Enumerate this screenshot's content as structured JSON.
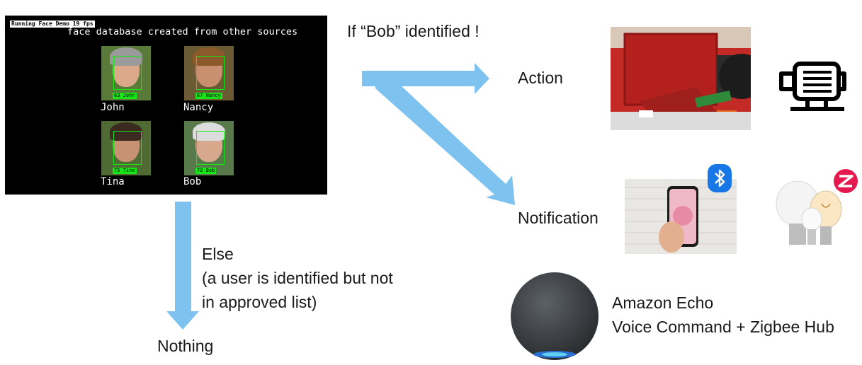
{
  "face_demo": {
    "banner": "Running Face Demo 19 fps",
    "heading": "face database created from other sources",
    "faces": [
      {
        "name": "John",
        "tag": "63 John"
      },
      {
        "name": "Nancy",
        "tag": "67 Nancy"
      },
      {
        "name": "Tina",
        "tag": "75 Tina"
      },
      {
        "name": "Bob",
        "tag": "78 Bob"
      }
    ]
  },
  "condition_label": "If “Bob” identified !",
  "action_label": "Action",
  "notification_label": "Notification",
  "else_lines": [
    "Else",
    "(a user is identified but not",
    "in approved list)"
  ],
  "nothing_label": "Nothing",
  "echo_lines": [
    "Amazon Echo",
    "Voice Command + Zigbee Hub"
  ],
  "colors": {
    "arrow": "#7ec3ef",
    "detect_box": "#19e619",
    "zigbee": "#e5194f",
    "bluetooth": "#1777e6"
  },
  "icons": [
    "motor-icon",
    "bluetooth-icon",
    "zigbee-icon"
  ]
}
